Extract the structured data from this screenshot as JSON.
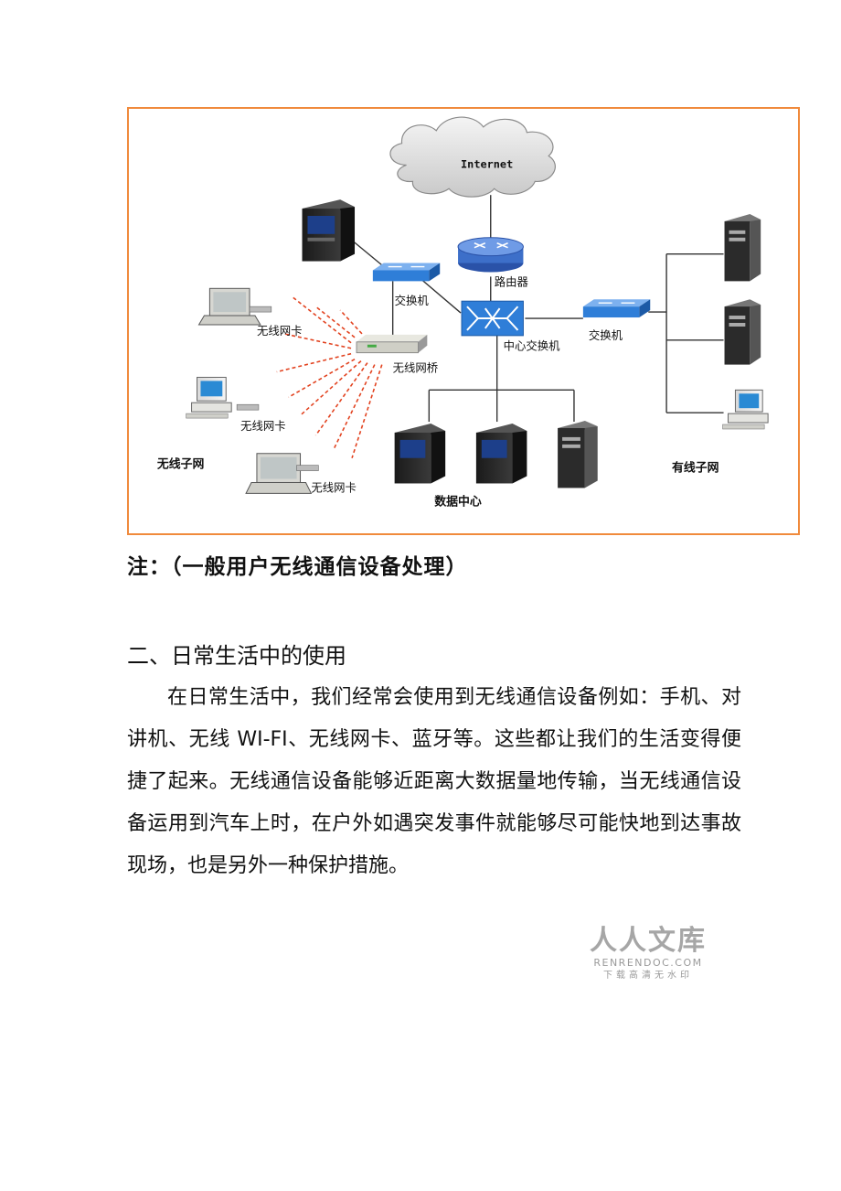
{
  "diagram": {
    "cloud_label": "Internet",
    "router_label": "路由器",
    "core_switch_label": "中心交换机",
    "left_switch_label": "交换机",
    "right_switch_label": "交换机",
    "bridge_label": "无线网桥",
    "nic_labels": [
      "无线网卡",
      "无线网卡",
      "无线网卡"
    ],
    "wireless_subnet_label": "无线子网",
    "wired_subnet_label": "有线子网",
    "datacenter_label": "数据中心",
    "colors": {
      "frame": "#f08a3c",
      "signal": "#e2421f",
      "switch": "#2f7ed8",
      "router": "#3d6fc9"
    }
  },
  "note": "注：（一般用户无线通信设备处理）",
  "section": {
    "title": "二、日常生活中的使用",
    "paragraph": "在日常生活中，我们经常会使用到无线通信设备例如：手机、对讲机、无线 WI-FI、无线网卡、蓝牙等。这些都让我们的生活变得便捷了起来。无线通信设备能够近距离大数据量地传输，当无线通信设备运用到汽车上时，在户外如遇突发事件就能够尽可能快地到达事故现场，也是另外一种保护措施。"
  },
  "watermark": {
    "main": "人人文库",
    "domain": "RENRENDOC.COM",
    "sub": "下载高清无水印"
  }
}
